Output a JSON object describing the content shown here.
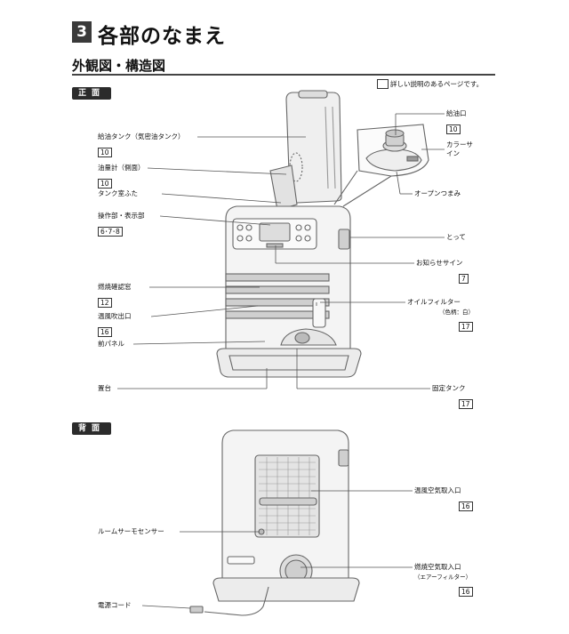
{
  "section": {
    "number": "3",
    "title": "各部のなまえ"
  },
  "subtitle": "外観図・構造図",
  "legend": "詳しい説明のあるページです。",
  "front": {
    "tag": "正面",
    "labels": {
      "fuel_tank": {
        "text": "給油タンク（気密油タンク）",
        "page": "10"
      },
      "fuel_gauge": {
        "text": "油量計（側面）",
        "page": "10"
      },
      "tank_lid": {
        "text": "タンク室ふた"
      },
      "control_panel": {
        "text": "操作部・表示部",
        "page": "6･7･8"
      },
      "window": {
        "text": "燃焼確認窓",
        "page": "12"
      },
      "outlet": {
        "text": "温風吹出口",
        "page": "16"
      },
      "front_panel": {
        "text": "前パネル"
      },
      "base": {
        "text": "置台"
      },
      "cap": {
        "text": "給油口",
        "page": "10"
      },
      "color_sign": {
        "text": "カラーサイン"
      },
      "open_knob": {
        "text": "オープンつまみ"
      },
      "handle": {
        "text": "とって"
      },
      "notify": {
        "text": "お知らせサイン",
        "page": "7"
      },
      "oil_filter": {
        "text": "オイルフィルター",
        "note": "（色柄：白）",
        "page": "17"
      },
      "fixed_tank": {
        "text": "固定タンク",
        "page": "17"
      }
    }
  },
  "back": {
    "tag": "背面",
    "labels": {
      "air_intake": {
        "text": "温風空気取入口",
        "page": "16"
      },
      "sensor": {
        "text": "ルームサーモセンサー"
      },
      "combustion_intake": {
        "text": "燃焼空気取入口",
        "note": "（エアーフィルター）",
        "page": "16"
      },
      "cord": {
        "text": "電源コード"
      }
    }
  }
}
